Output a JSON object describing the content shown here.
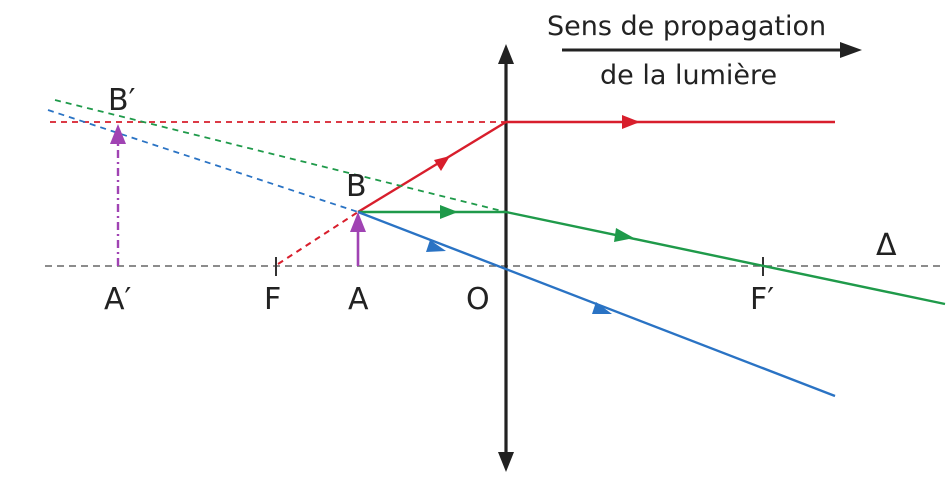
{
  "caption": {
    "line1": "Sens de propagation",
    "line2": "de la lumière"
  },
  "labels": {
    "b_prime": "B′",
    "b": "B",
    "a_prime": "A′",
    "f": "F",
    "a": "A",
    "o": "O",
    "f_prime": "F′",
    "axis": "Δ"
  },
  "colors": {
    "red_ray": "#d81e2c",
    "green_ray": "#1f9a4a",
    "blue_ray": "#2a73c4",
    "object_arrow": "#a043b3",
    "image_arrow": "#a043b3",
    "optical_axis": "#666666",
    "lens": "#222222"
  }
}
